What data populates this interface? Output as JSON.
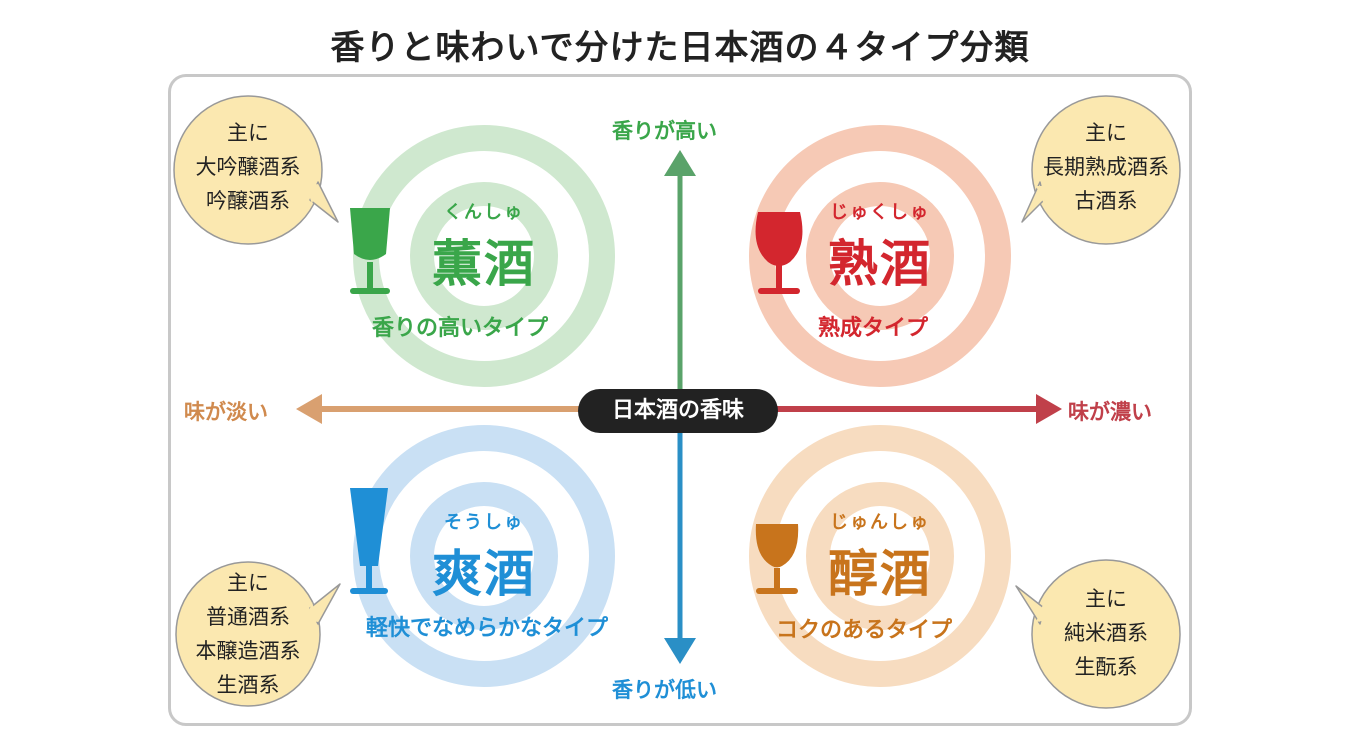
{
  "title": "香りと味わいで分けた日本酒の４タイプ分類",
  "center": "日本酒の香味",
  "axes": {
    "top": "香りが高い",
    "bottom": "香りが低い",
    "left": "味が淡い",
    "right": "味が濃い"
  },
  "colors": {
    "kunshu": "#3aa64a",
    "jukushu": "#d3262e",
    "soushu": "#1f8fd6",
    "junshu": "#c8741c",
    "bubble": "#fbe8b0",
    "axis_top": "#3aa64a",
    "axis_bottom": "#1f8fd6",
    "axis_left": "#d99a63",
    "axis_right": "#c0404a"
  },
  "quadrants": {
    "kunshu": {
      "ruby": "くんしゅ",
      "kanji": "薫酒",
      "type": "香りの高いタイプ",
      "bubble": [
        "主に",
        "大吟醸酒系",
        "吟醸酒系"
      ]
    },
    "jukushu": {
      "ruby": "じゅくしゅ",
      "kanji": "熟酒",
      "type": "熟成タイプ",
      "bubble": [
        "主に",
        "長期熟成酒系",
        "古酒系"
      ]
    },
    "soushu": {
      "ruby": "そうしゅ",
      "kanji": "爽酒",
      "type": "軽快でなめらかなタイプ",
      "bubble": [
        "主に",
        "普通酒系",
        "本醸造酒系",
        "生酒系"
      ]
    },
    "junshu": {
      "ruby": "じゅんしゅ",
      "kanji": "醇酒",
      "type": "コクのあるタイプ",
      "bubble": [
        "主に",
        "純米酒系",
        "生酛系"
      ]
    }
  }
}
